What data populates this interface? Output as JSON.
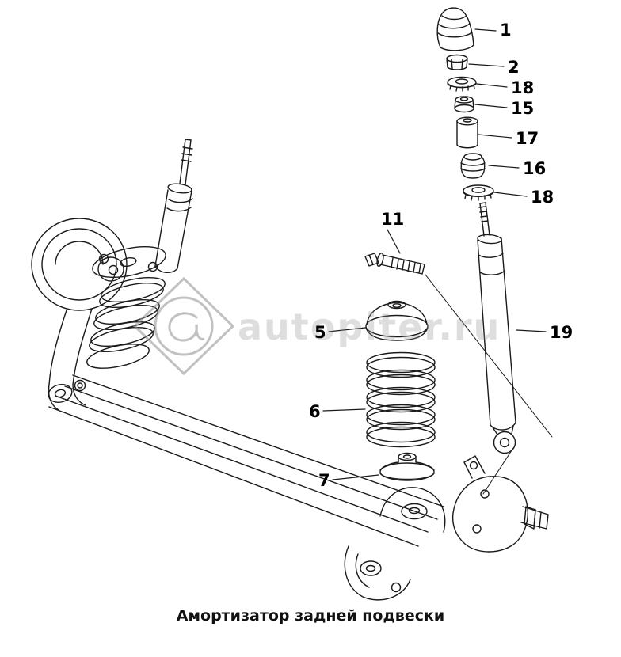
{
  "diagram": {
    "caption": "Амортизатор задней подвески",
    "watermark": {
      "text": "autopiter.ru"
    },
    "callouts": [
      {
        "part": "bump-stop",
        "label": "1"
      },
      {
        "part": "lock-nut",
        "label": "2"
      },
      {
        "part": "washer-upper",
        "label": "18"
      },
      {
        "part": "mount-bushing-upper",
        "label": "15"
      },
      {
        "part": "spacer-sleeve",
        "label": "17"
      },
      {
        "part": "mount-bushing-lower",
        "label": "16"
      },
      {
        "part": "washer-lower",
        "label": "18"
      },
      {
        "part": "mount-bolt",
        "label": "11"
      },
      {
        "part": "spring-seat-upper",
        "label": "5"
      },
      {
        "part": "coil-spring",
        "label": "6"
      },
      {
        "part": "spring-seat-lower",
        "label": "7"
      },
      {
        "part": "shock-absorber",
        "label": "19"
      }
    ]
  }
}
